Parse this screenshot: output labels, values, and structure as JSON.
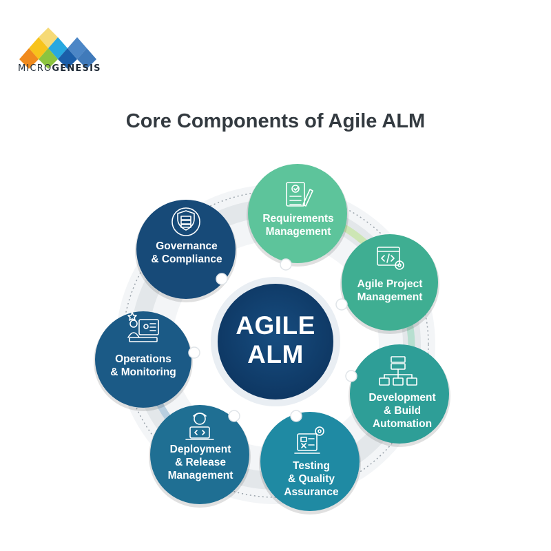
{
  "brand": {
    "name_prefix": "MICRO",
    "name_suffix": "GENESIS",
    "colors": [
      "#f7c31b",
      "#8cc43f",
      "#27a8e0",
      "#1b5ea9",
      "#f08a1d"
    ]
  },
  "title": "Core Components of Agile ALM",
  "center": {
    "line1": "AGILE",
    "line2": "ALM",
    "color": "#0f3d66"
  },
  "components": [
    {
      "line1": "Requirements",
      "line2": "Management",
      "line3": "",
      "icon": "checklist-pen-icon",
      "color": "#5dc49b"
    },
    {
      "line1": "Agile Project",
      "line2": "Management",
      "line3": "",
      "icon": "code-window-gear-icon",
      "color": "#3fae92"
    },
    {
      "line1": "Development",
      "line2": "& Build",
      "line3": "Automation",
      "icon": "server-hierarchy-icon",
      "color": "#2e9e97"
    },
    {
      "line1": "Testing",
      "line2": "& Quality",
      "line3": "Assurance",
      "icon": "test-screen-icon",
      "color": "#1f8aa3"
    },
    {
      "line1": "Deployment",
      "line2": "& Release",
      "line3": "Management",
      "icon": "developer-laptop-icon",
      "color": "#1f6f93"
    },
    {
      "line1": "Operations",
      "line2": "& Monitoring",
      "line3": "",
      "icon": "monitoring-person-icon",
      "color": "#1b5a86"
    },
    {
      "line1": "Governance",
      "line2": "& Compliance",
      "line3": "",
      "icon": "shield-icon",
      "color": "#174a78"
    }
  ]
}
